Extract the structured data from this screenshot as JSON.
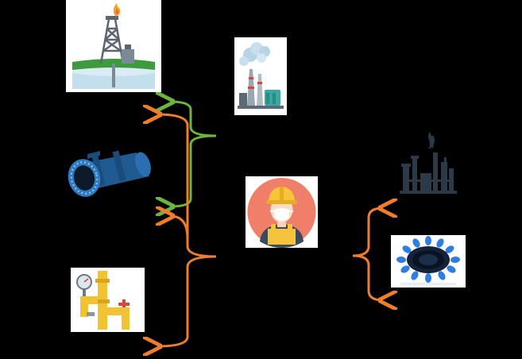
{
  "diagram": {
    "nodes": [
      {
        "id": "gas-well",
        "icon": "gas-well-icon"
      },
      {
        "id": "power-plant",
        "icon": "power-plant-icon"
      },
      {
        "id": "pipeline",
        "icon": "pipeline-icon"
      },
      {
        "id": "gas-worker",
        "icon": "gas-worker-icon"
      },
      {
        "id": "gas-meter-riser",
        "icon": "gas-meter-riser-icon"
      },
      {
        "id": "refinery",
        "icon": "refinery-icon"
      },
      {
        "id": "gas-burner",
        "icon": "gas-burner-icon"
      }
    ],
    "colors": {
      "background": "#000000",
      "green_connector": "#6db33f",
      "orange_connector": "#f07d2c",
      "refinery_dark": "#2b3a46",
      "burner_blue": "#2f7de1"
    }
  }
}
